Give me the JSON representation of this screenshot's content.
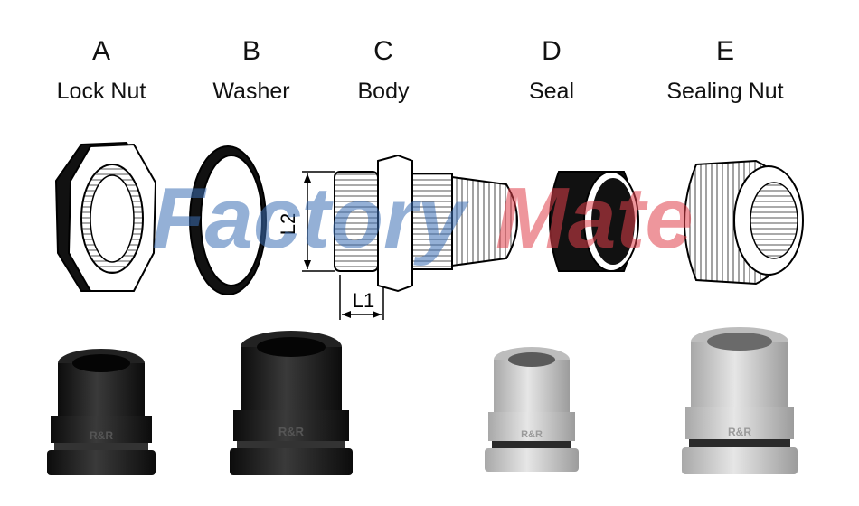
{
  "parts": [
    {
      "letter": "A",
      "name": "Lock Nut"
    },
    {
      "letter": "B",
      "name": "Washer"
    },
    {
      "letter": "C",
      "name": "Body"
    },
    {
      "letter": "D",
      "name": "Seal"
    },
    {
      "letter": "E",
      "name": "Sealing Nut"
    }
  ],
  "dimensions": {
    "l1": "L1",
    "l2": "L2"
  },
  "watermark": {
    "part1": "Factory",
    "part2": "Mate"
  },
  "product_marking": "R&R",
  "colors": {
    "black_gland": "#1a1a1a",
    "grey_gland": "#cfcfcf",
    "watermark_blue": "#3d6fb5",
    "watermark_red": "#e0404a"
  }
}
